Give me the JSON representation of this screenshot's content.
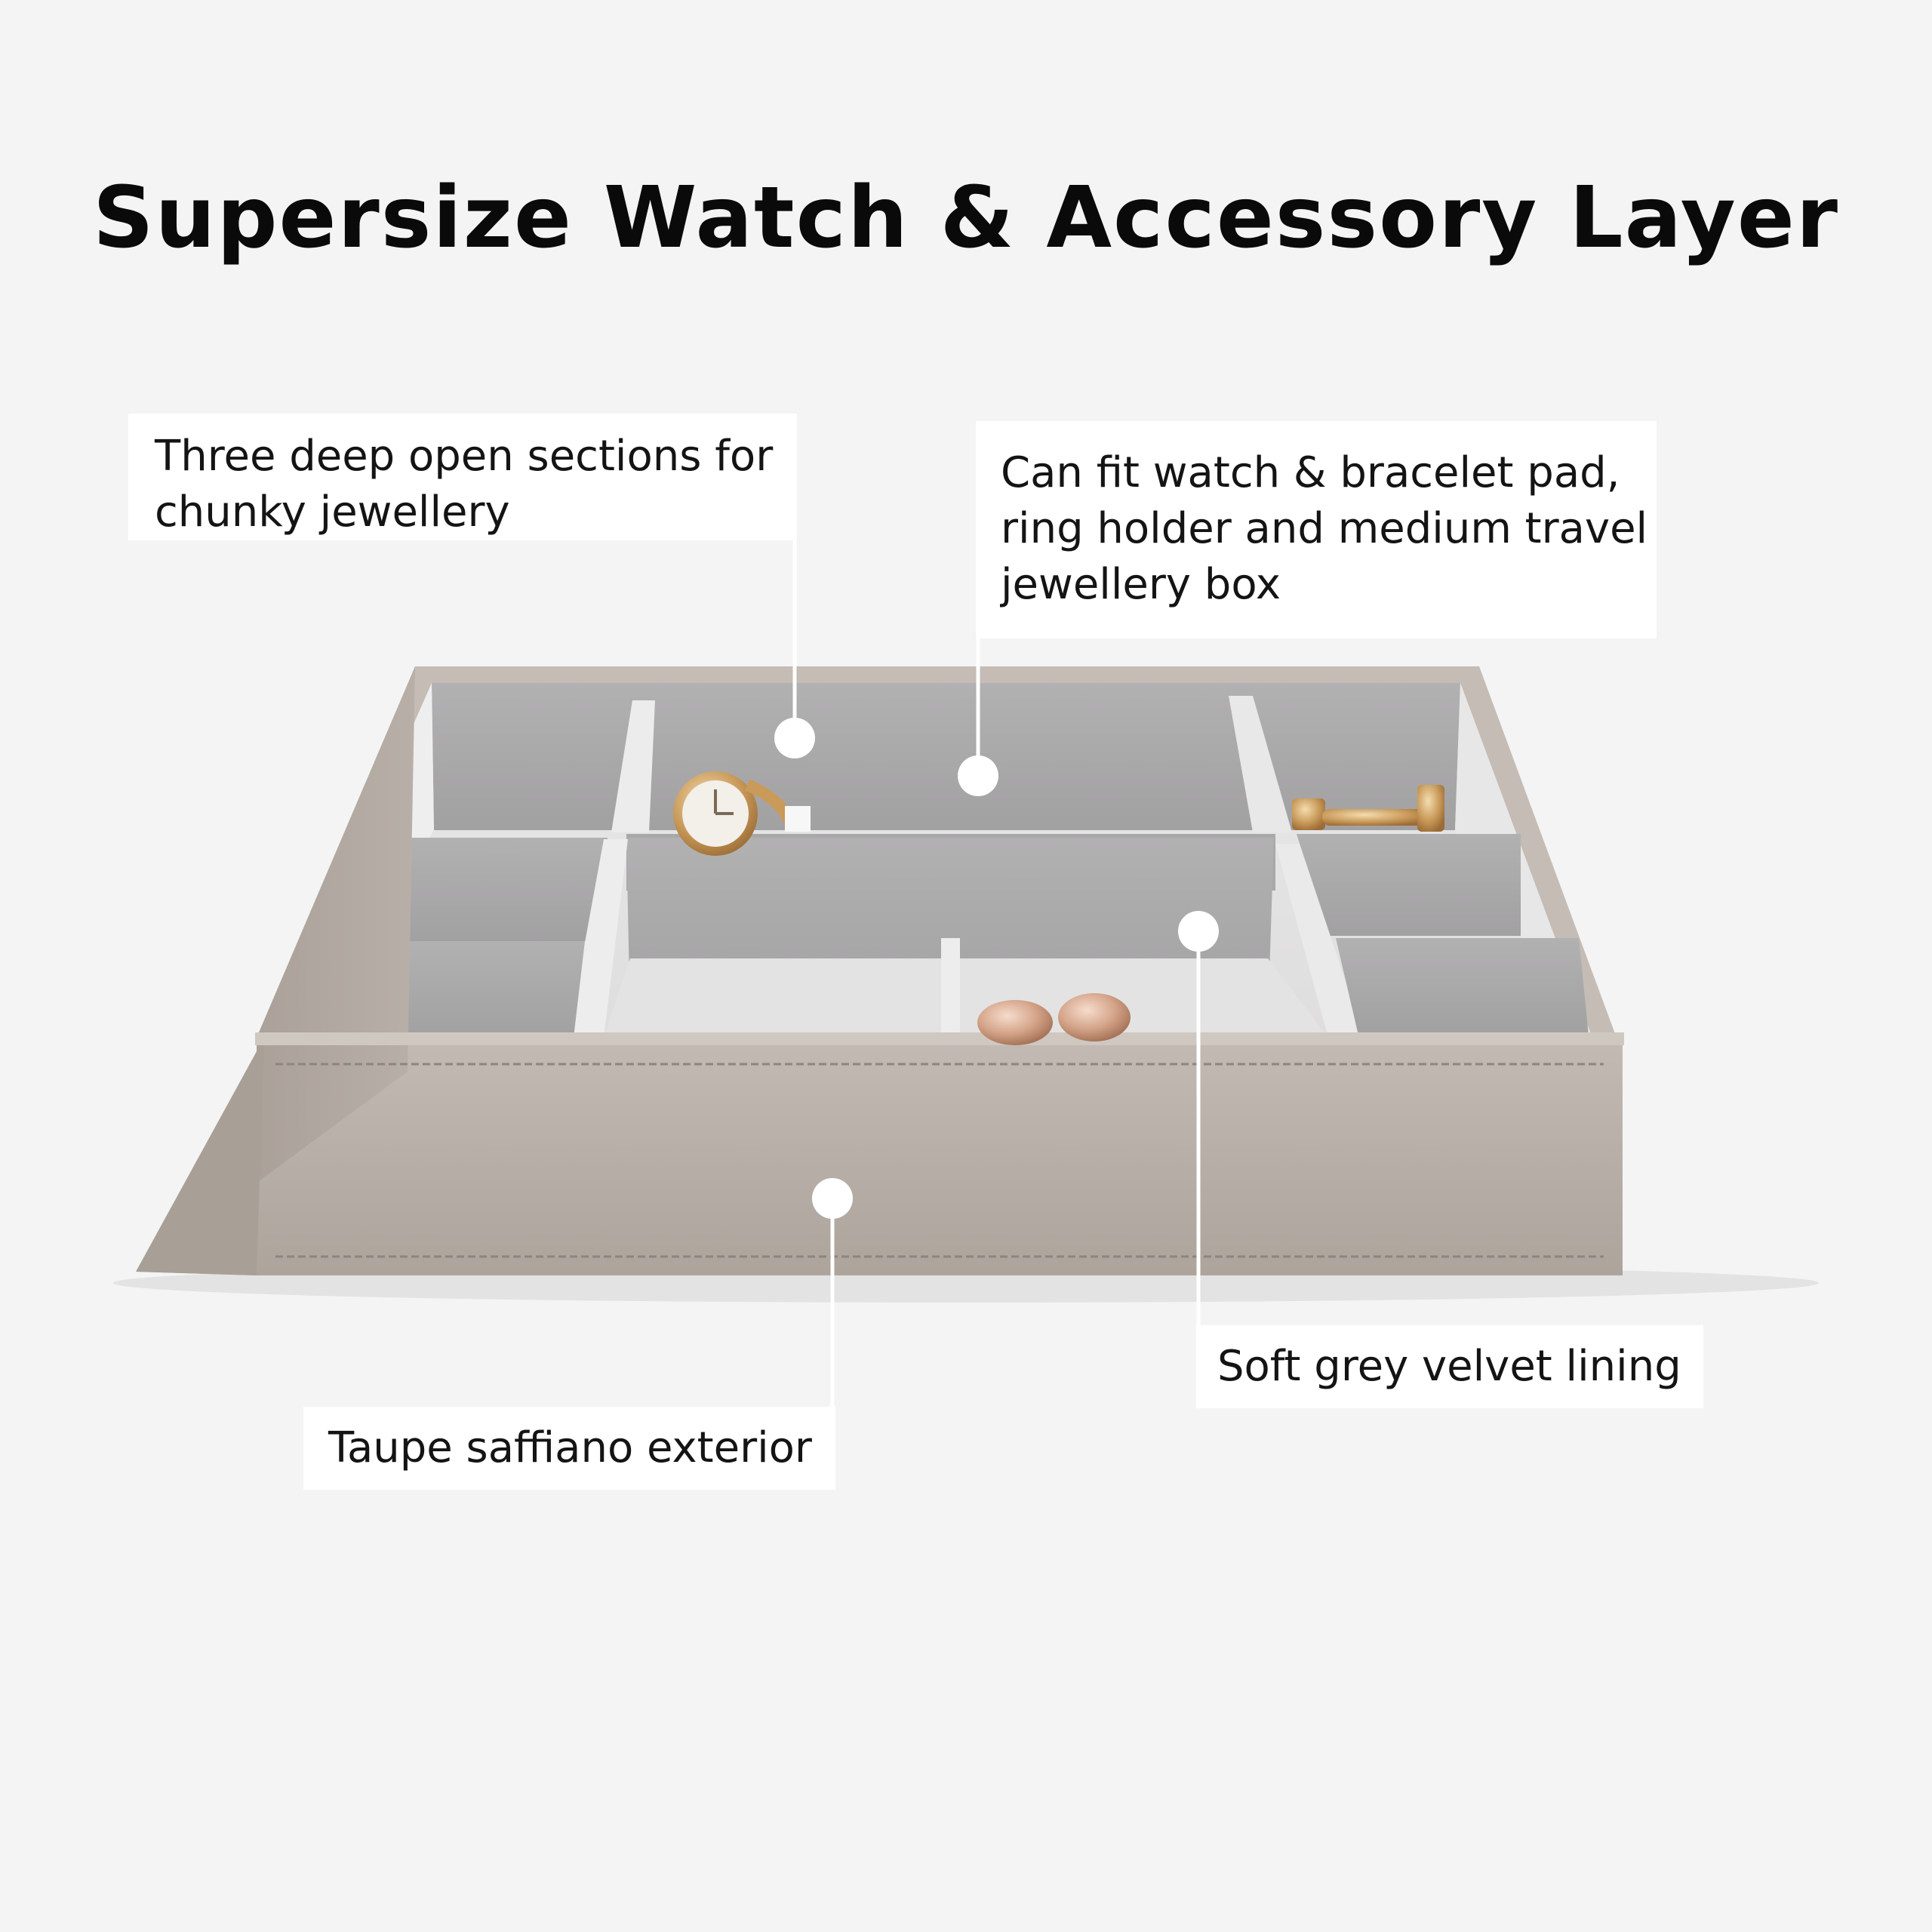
{
  "title": "Supersize Watch & Accessory Layer",
  "callouts": {
    "sections": {
      "lines": [
        "Three deep open sections for",
        "chunky jewellery"
      ]
    },
    "fit": {
      "lines": [
        "Can fit watch & bracelet pad,",
        "ring holder and medium travel",
        "jewellery box"
      ]
    },
    "velvet": {
      "lines": [
        "Soft grey velvet lining"
      ]
    },
    "taupe": {
      "lines": [
        "Taupe saffiano exterior"
      ]
    }
  },
  "colors": {
    "background": "#f4f4f4",
    "taupe_exterior": "#b7aea6",
    "velvet_lining": "#a9a8a9",
    "light_divider": "#e6e4e3",
    "label_background": "#ffffff",
    "text": "#141414"
  }
}
